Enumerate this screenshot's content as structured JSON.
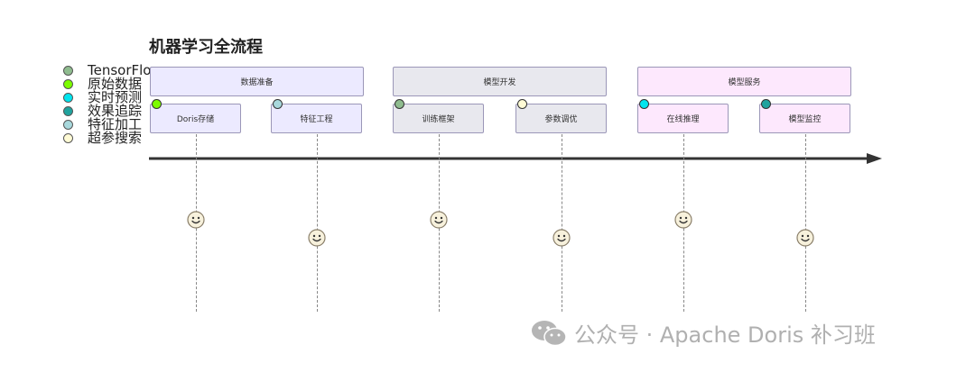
{
  "title": "机器学习全流程",
  "legend": [
    {
      "label": "TensorFlo",
      "color": "#8fbc8f"
    },
    {
      "label": "原始数据",
      "color": "#7cfc00"
    },
    {
      "label": "实时预测",
      "color": "#00e5ee"
    },
    {
      "label": "效果追踪",
      "color": "#20a39e"
    },
    {
      "label": "特征加工",
      "color": "#a8d8dc"
    },
    {
      "label": "超参搜索",
      "color": "#fffbd5"
    }
  ],
  "groups": [
    {
      "label": "数据准备",
      "fill": "#eceaff"
    },
    {
      "label": "模型开发",
      "fill": "#e8e8ee"
    },
    {
      "label": "模型服务",
      "fill": "#fde8fd"
    }
  ],
  "stages": [
    {
      "label": "Doris存储",
      "fill": "#eceaff",
      "marker": "#7cfc00"
    },
    {
      "label": "特征工程",
      "fill": "#eceaff",
      "marker": "#a8d8dc"
    },
    {
      "label": "训练框架",
      "fill": "#e8e8ee",
      "marker": "#8fbc8f"
    },
    {
      "label": "参数调优",
      "fill": "#e8e8ee",
      "marker": "#fffbd5"
    },
    {
      "label": "在线推理",
      "fill": "#fde8fd",
      "marker": "#00e5ee"
    },
    {
      "label": "模型监控",
      "fill": "#fde8fd",
      "marker": "#20a39e"
    }
  ],
  "watermark": "公众号 · Apache Doris 补习班",
  "colors": {
    "axis": "#333333",
    "box_border": "#9b97b8",
    "smiley_fill": "#f7f1dc",
    "smiley_stroke": "#8a7f6a"
  }
}
